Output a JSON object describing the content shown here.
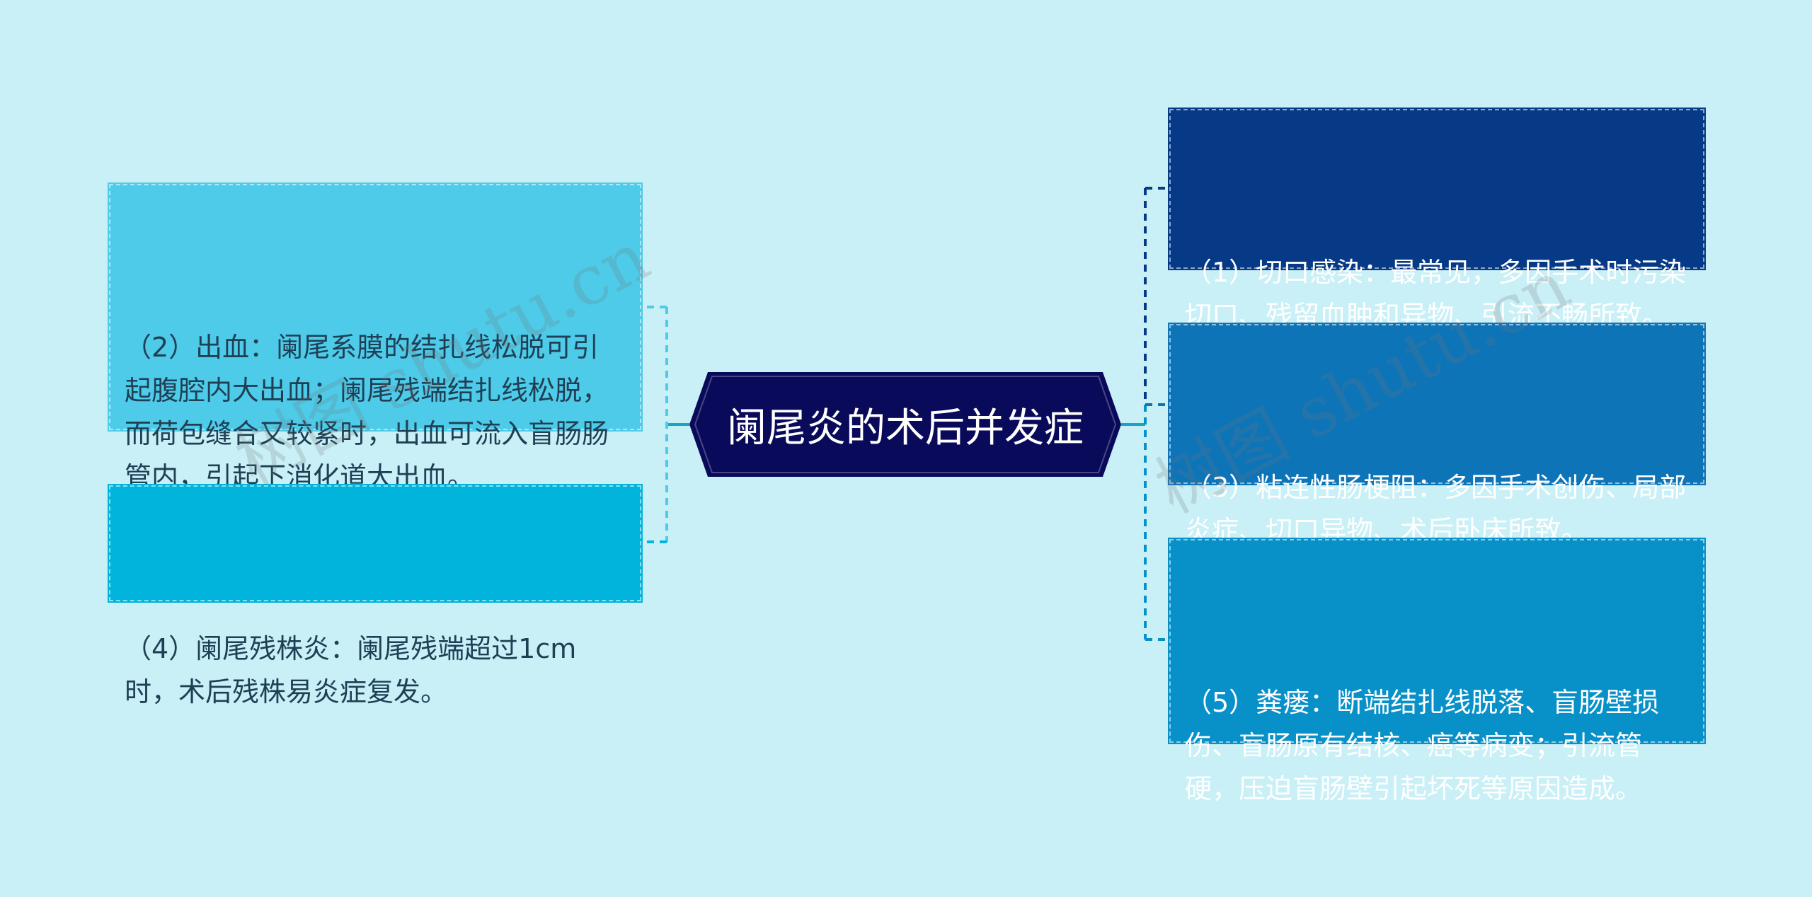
{
  "diagram": {
    "center": {
      "label": "阑尾炎的术后并发症"
    },
    "nodes": [
      {
        "id": "1",
        "text": "（1）切口感染：最常见，多因手术时污染切口、残留血肿和异物、引流不畅所致。"
      },
      {
        "id": "2",
        "text": "（2）出血：阑尾系膜的结扎线松脱可引起腹腔内大出血；阑尾残端结扎线松脱，而荷包缝合又较紧时，出血可流入盲肠肠管内，引起下消化道大出血。"
      },
      {
        "id": "3",
        "text": "（3）粘连性肠梗阻：多因手术创伤、局部炎症、切口异物、术后卧床所致。"
      },
      {
        "id": "4",
        "text": "（4）阑尾残株炎：阑尾残端超过1cm时，术后残株易炎症复发。"
      },
      {
        "id": "5",
        "text": "（5）粪瘘：断端结扎线脱落、盲肠壁损伤、盲肠原有结核、癌等病变；引流管硬，压迫盲肠壁引起坏死等原因造成。"
      }
    ]
  },
  "watermark": {
    "left": "树图 shutu.cn",
    "right": "树图 shutu.cn"
  },
  "colors": {
    "background": "#c8f0f6",
    "center": "#0a0a5a",
    "node1": "#063a86",
    "node2": "#4dcbe8",
    "node3": "#0d74b8",
    "node4": "#00b4dc",
    "node5": "#0890c8"
  }
}
